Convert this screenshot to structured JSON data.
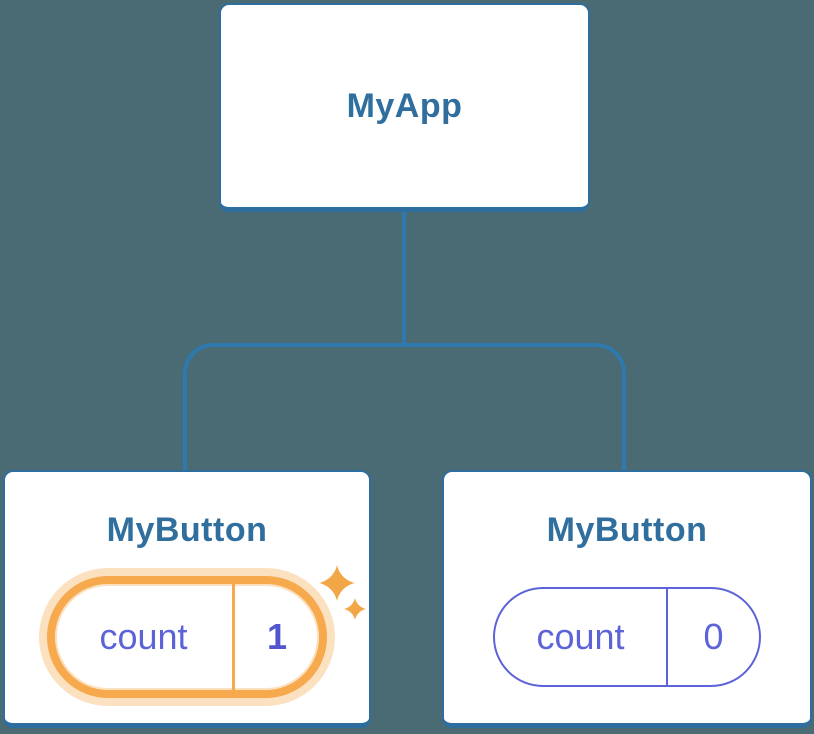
{
  "colors": {
    "bg": "#4a6a74",
    "line": "#2e79ad",
    "card-border": "#2e6e9e",
    "title": "#2f6e9d",
    "purple": "#5c63d8",
    "purple-bold": "#5156cf",
    "orange": "#f6a94d",
    "halo": "rgba(246, 169, 77, 0.35)",
    "sparkle": "#f2a747",
    "card-bg": "#ffffff"
  },
  "tree": {
    "root": {
      "label": "MyApp"
    },
    "children": [
      {
        "label": "MyButton",
        "state": {
          "name": "count",
          "value": "1"
        },
        "highlighted": true,
        "icon": "sparkle-icon"
      },
      {
        "label": "MyButton",
        "state": {
          "name": "count",
          "value": "0"
        },
        "highlighted": false
      }
    ]
  }
}
